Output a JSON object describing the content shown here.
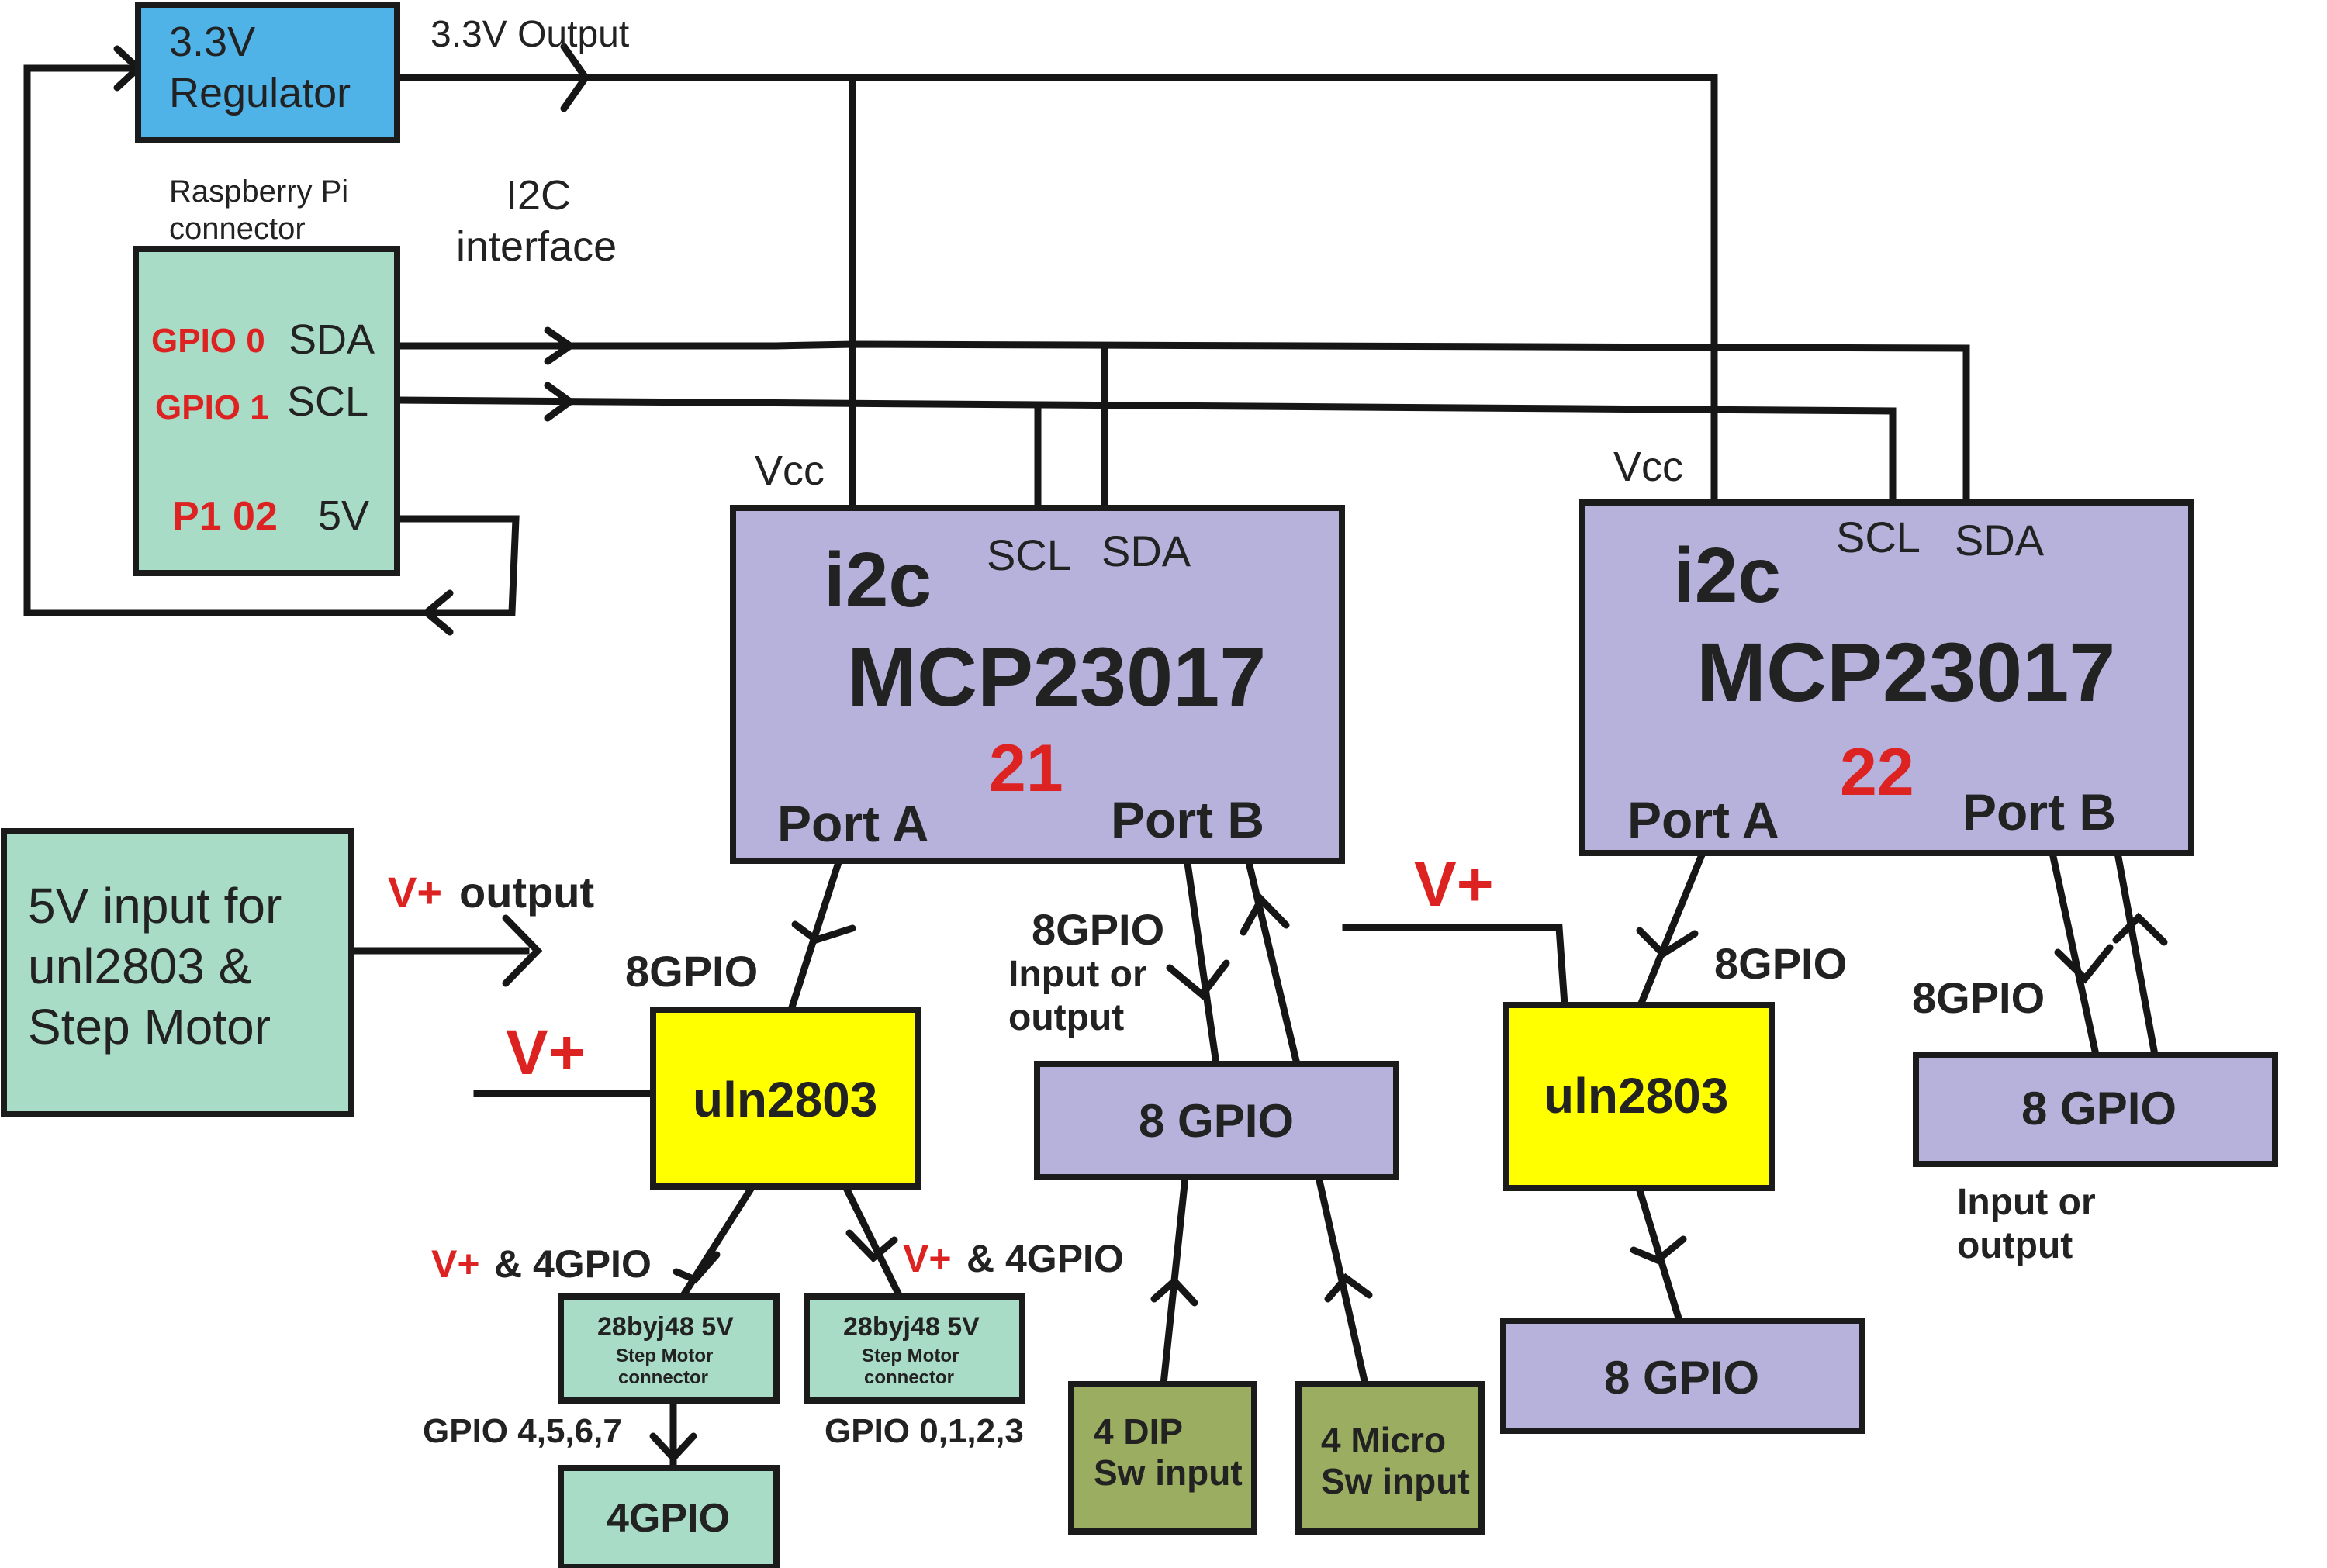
{
  "colors": {
    "regulator": "#4fb3e8",
    "connector": "#a8dcc6",
    "chip": "#b7b2db",
    "driver": "#ffff00",
    "switch": "#9aad61",
    "accent_red": "#dd2222",
    "wire": "#161616"
  },
  "regulator": {
    "line1": "3.3V",
    "line2": "Regulator",
    "output_label": "3.3V Output"
  },
  "pi_connector": {
    "caption_line1": "Raspberry Pi",
    "caption_line2": "connector",
    "rows": [
      {
        "pin": "GPIO 0",
        "signal": "SDA"
      },
      {
        "pin": "GPIO 1",
        "signal": "SCL"
      },
      {
        "pin": "P1 02",
        "signal": "5V"
      }
    ]
  },
  "bus_label": {
    "line1": "I2C",
    "line2": "interface"
  },
  "chips": [
    {
      "title": "i2c",
      "part": "MCP23017",
      "address": "21",
      "scl": "SCL",
      "sda": "SDA",
      "vcc": "Vcc",
      "port_a": "Port A",
      "port_b": "Port B"
    },
    {
      "title": "i2c",
      "part": "MCP23017",
      "address": "22",
      "scl": "SCL",
      "sda": "SDA",
      "vcc": "Vcc",
      "port_a": "Port A",
      "port_b": "Port B"
    }
  ],
  "power_input": {
    "line1": "5V input for",
    "line2": "unl2803 &",
    "line3": "Step Motor",
    "out_vplus": "V+",
    "out_label": "output"
  },
  "vplus": "V+",
  "gpio8": "8GPIO",
  "io_label": {
    "line1": "Input or",
    "line2": "output"
  },
  "drivers": [
    "uln2803",
    "uln2803"
  ],
  "gpio_boxes": [
    "8 GPIO",
    "8 GPIO",
    "8 GPIO"
  ],
  "motor_branch_label": {
    "vplus": "V+",
    "rest": "& 4GPIO"
  },
  "motors": [
    {
      "line1": "28byj48 5V",
      "line2": "Step Motor",
      "line3": "connector",
      "pins": "GPIO 4,5,6,7"
    },
    {
      "line1": "28byj48 5V",
      "line2": "Step Motor",
      "line3": "connector",
      "pins": "GPIO 0,1,2,3"
    }
  ],
  "four_gpio": "4GPIO",
  "switches": [
    {
      "line1": "4 DIP",
      "line2": "Sw input"
    },
    {
      "line1": "4 Micro",
      "line2": "Sw input"
    }
  ]
}
